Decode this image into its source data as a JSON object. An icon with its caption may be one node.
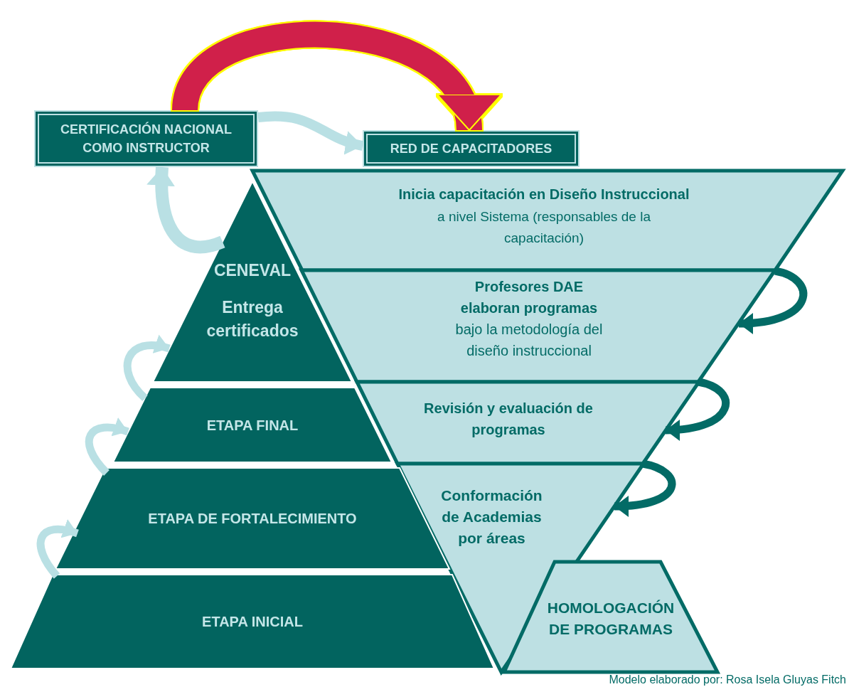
{
  "diagram": {
    "nodes": [
      {
        "text": [
          "CERTIFICACIÓN NACIONAL COMO INSTRUCTOR"
        ]
      },
      {
        "text": [
          "RED DE CAPACITADORES"
        ]
      },
      {
        "text": [
          "Inicia capacitación en Diseño Instruccional",
          "a nivel Sistema (responsables de la capacitación)"
        ]
      },
      {
        "text": [
          "Profesores DAE elaboran programas",
          "bajo la metodología del diseño instruccional"
        ]
      },
      {
        "text": [
          "Revisión y evaluación de programas"
        ]
      },
      {
        "text": [
          "Conformación de Academias por áreas"
        ]
      },
      {
        "text": [
          "HOMOLOGACIÓN DE PROGRAMAS"
        ]
      },
      {
        "text": [
          "CENEVAL",
          "Entrega certificados"
        ]
      },
      {
        "text": [
          "ETAPA FINAL"
        ]
      },
      {
        "text": [
          "ETAPA DE FORTALECIMIENTO"
        ]
      },
      {
        "text": [
          "ETAPA INICIAL"
        ]
      }
    ],
    "edges": [
      {
        "from": 0,
        "to": 1,
        "arrow": "to",
        "style": "thick",
        "color": "#d0204a"
      },
      {
        "from": 0,
        "to": 1,
        "arrow": "to"
      },
      {
        "from": 7,
        "to": 0,
        "arrow": "to"
      },
      {
        "from": 8,
        "to": 7,
        "arrow": "to"
      },
      {
        "from": 9,
        "to": 8,
        "arrow": "to"
      },
      {
        "from": 10,
        "to": 9,
        "arrow": "to"
      },
      {
        "from": 2,
        "to": 3,
        "arrow": "to",
        "color": "#036b66"
      },
      {
        "from": 3,
        "to": 4,
        "arrow": "to",
        "color": "#036b66"
      },
      {
        "from": 4,
        "to": 5,
        "arrow": "to",
        "color": "#036b66"
      }
    ],
    "labels": [
      "Modelo elaborado por: Rosa Isela Gluyas Fitch"
    ]
  }
}
